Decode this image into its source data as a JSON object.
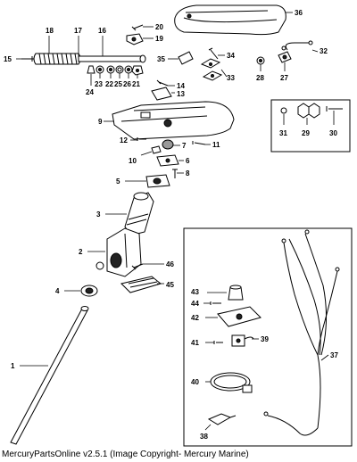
{
  "diagram": {
    "callouts": {
      "c1": "1",
      "c2": "2",
      "c3": "3",
      "c4": "4",
      "c5": "5",
      "c6": "6",
      "c7": "7",
      "c8": "8",
      "c9": "9",
      "c10": "10",
      "c11": "11",
      "c12": "12",
      "c13": "13",
      "c14": "14",
      "c15": "15",
      "c16": "16",
      "c17": "17",
      "c18": "18",
      "c19": "19",
      "c20": "20",
      "c21": "21",
      "c22": "22",
      "c23": "23",
      "c24": "24",
      "c25": "25",
      "c26": "26",
      "c27": "27",
      "c28": "28",
      "c29": "29",
      "c30": "30",
      "c31": "31",
      "c32": "32",
      "c33": "33",
      "c34": "34",
      "c35": "35",
      "c36": "36",
      "c37": "37",
      "c38": "38",
      "c39": "39",
      "c40": "40",
      "c41": "41",
      "c42": "42",
      "c43": "43",
      "c44": "44",
      "c45": "45",
      "c46": "46"
    }
  },
  "footer": {
    "caption": "MercuryPartsOnline v2.5.1 (Image Copyright- Mercury Marine)"
  }
}
